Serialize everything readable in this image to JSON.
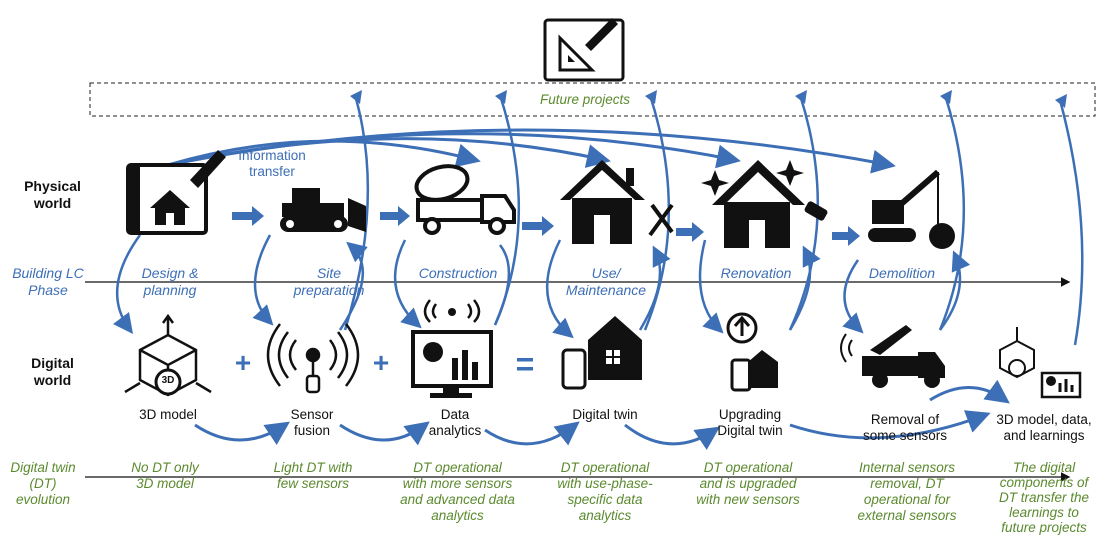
{
  "rows": {
    "physical": "Physical\nworld",
    "digital": "Digital\nworld"
  },
  "info_transfer": "Information\ntransfer",
  "future_projects": "Future projects",
  "lc_phase_label": "Building LC\nPhase",
  "phases": [
    "Design &\nplanning",
    "Site\npreparation",
    "Construction",
    "Use/\nMaintenance",
    "Renovation",
    "Demolition"
  ],
  "digital_items": [
    "3D model",
    "Sensor\nfusion",
    "Data\nanalytics",
    "Digital twin",
    "Upgrading\nDigital twin",
    "Removal of\nsome sensors",
    "3D model, data,\nand learnings"
  ],
  "operators": {
    "plus": "+",
    "equals": "="
  },
  "icon_badge": "3D",
  "dt_evolution_label": "Digital twin\n(DT)\nevolution",
  "dt_stages": [
    "No DT only\n3D model",
    "Light DT with\nfew sensors",
    "DT operational\nwith more sensors\nand advanced data\nanalytics",
    "DT operational\nwith use-phase-\nspecific data\nanalytics",
    "DT operational\nand is upgraded\nwith new sensors",
    "Internal sensors\nremoval, DT\noperational for\nexternal sensors",
    "The digital\ncomponents of\nDT transfer the\nlearnings to\nfuture projects"
  ],
  "colors": {
    "accent_blue": "#3d6fb6",
    "green_text": "#5b8a2e",
    "icon_black": "#111111"
  }
}
